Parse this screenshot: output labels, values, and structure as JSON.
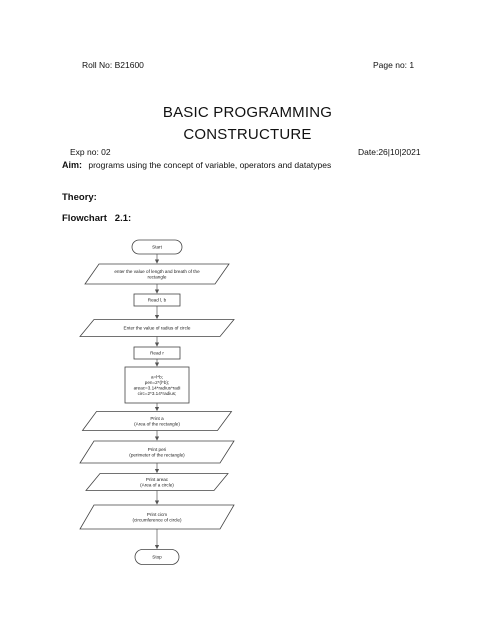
{
  "header": {
    "roll_no": "Roll No: B21600",
    "page_no": "Page no: 1"
  },
  "title": {
    "line1": "BASIC PROGRAMMING",
    "line2": "CONSTRUCTURE"
  },
  "meta": {
    "exp_no": "Exp no: 02",
    "date": "Date:26|10|2021"
  },
  "aim": {
    "label": "Aim:",
    "text": "programs using the concept of variable, operators and datatypes"
  },
  "theory_label": "Theory:",
  "flowchart_label": "Flowchart   2.1:",
  "flowchart": {
    "nodes": [
      {
        "id": "start",
        "shape": "terminal",
        "lines": [
          "Start"
        ]
      },
      {
        "id": "input_lb",
        "shape": "io",
        "lines": [
          "enter the value of length and breath of the",
          "rectangle"
        ]
      },
      {
        "id": "read_lb",
        "shape": "process",
        "lines": [
          "Read l, b"
        ]
      },
      {
        "id": "input_r",
        "shape": "io",
        "lines": [
          "Enter the value of radius of circle"
        ]
      },
      {
        "id": "read_r",
        "shape": "process",
        "lines": [
          "Read r"
        ]
      },
      {
        "id": "compute",
        "shape": "process",
        "lines": [
          "a=l*b;",
          "pen=2*(l*b);",
          "areac=3.14*radius*radi",
          "circ=2*3.14*radius;"
        ]
      },
      {
        "id": "print_a",
        "shape": "io",
        "lines": [
          "Print a",
          "(Area of the rectangle)"
        ]
      },
      {
        "id": "print_peri",
        "shape": "io",
        "lines": [
          "Print peri",
          "(perimeter of the rectangle)"
        ]
      },
      {
        "id": "print_areac",
        "shape": "io",
        "lines": [
          "Print areac",
          "(Area of a circle)"
        ]
      },
      {
        "id": "print_circ",
        "shape": "io",
        "lines": [
          "Print cicm",
          "(circumference of circle)"
        ]
      },
      {
        "id": "stop",
        "shape": "terminal",
        "lines": [
          "Stop"
        ]
      }
    ]
  }
}
